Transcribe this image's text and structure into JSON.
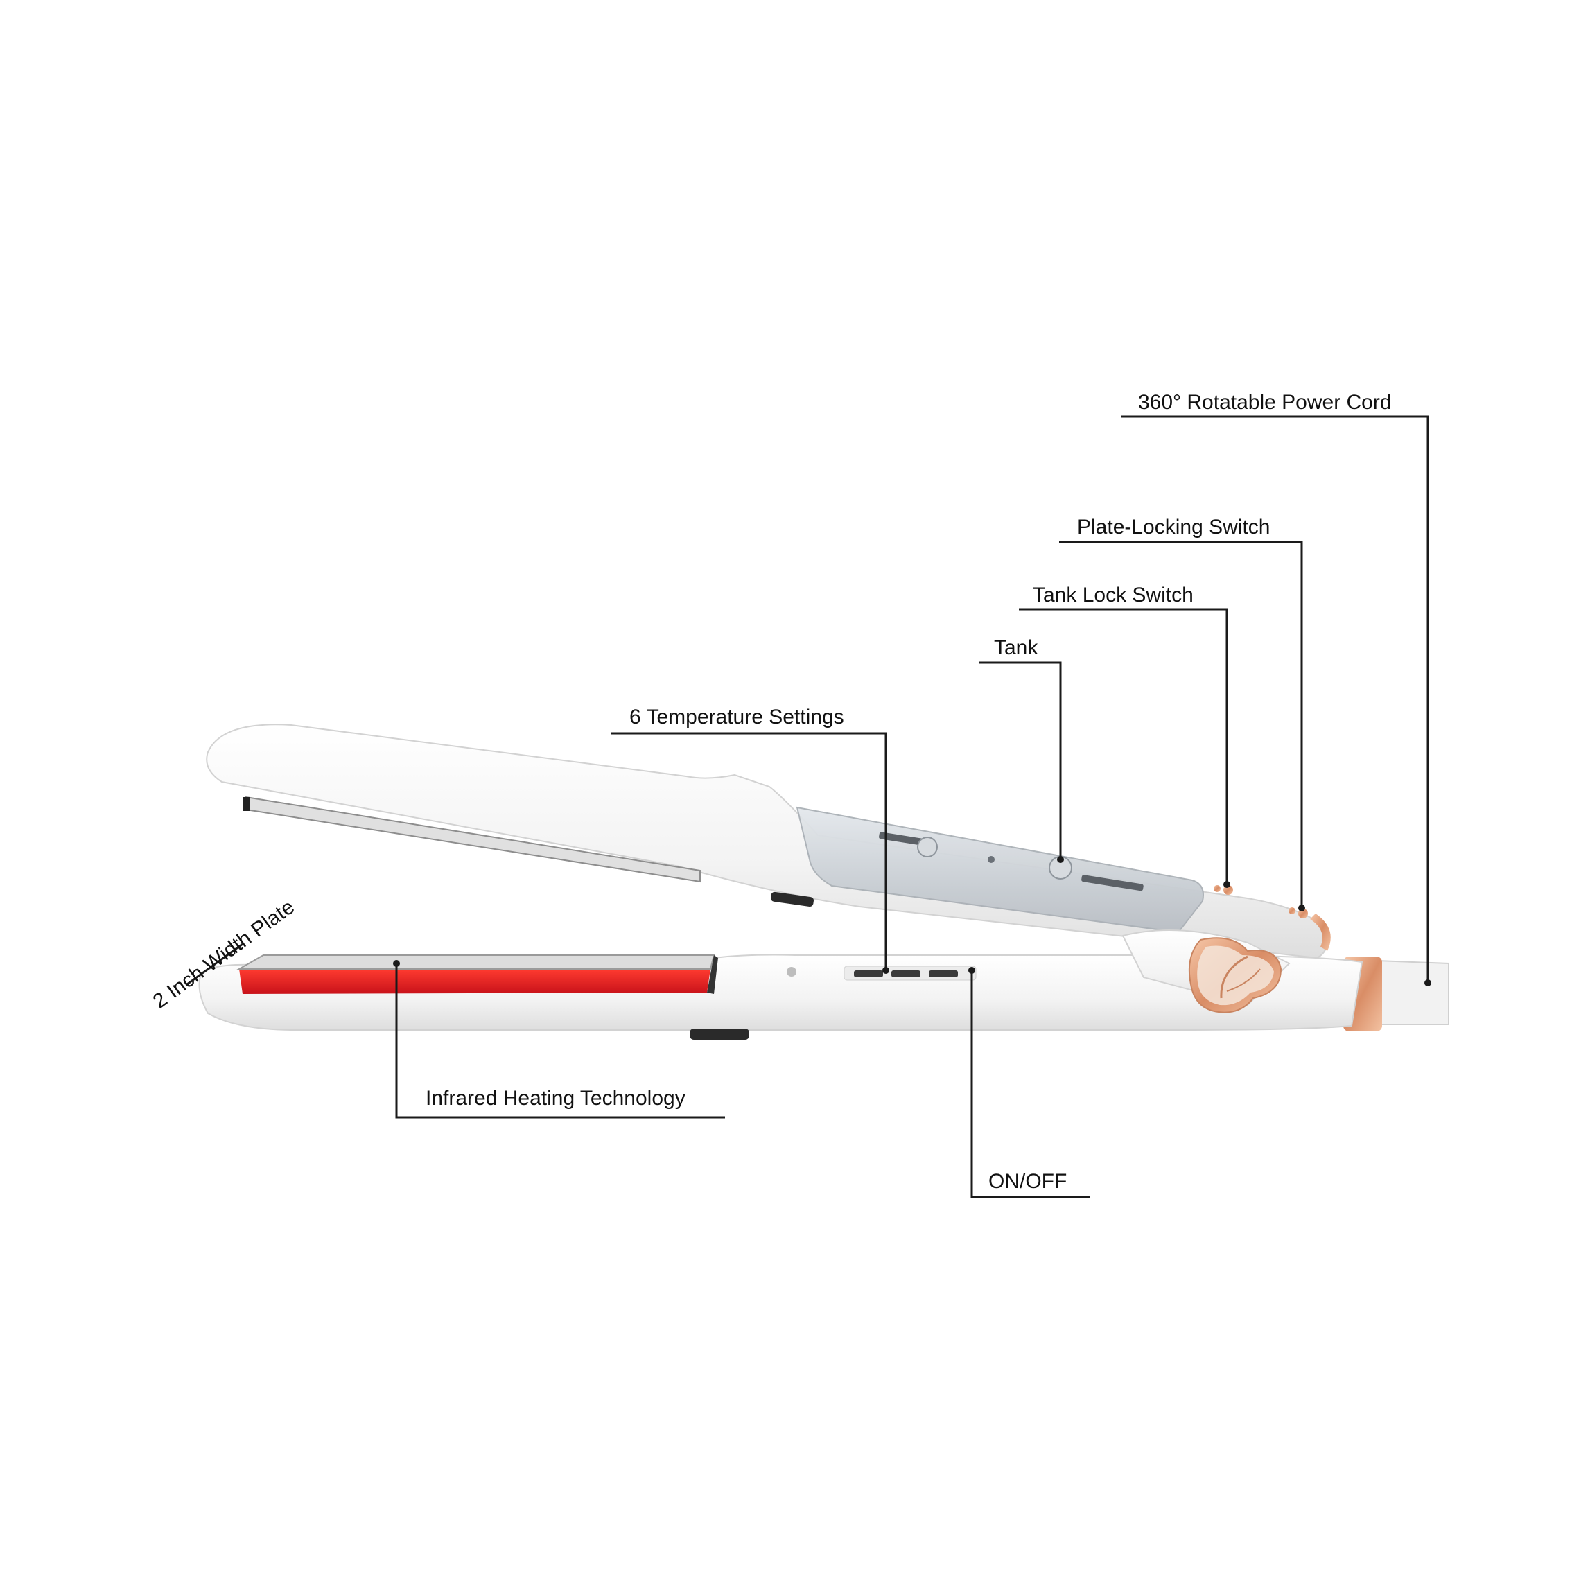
{
  "callouts": {
    "power_cord": "360° Rotatable Power Cord",
    "plate_lock": "Plate-Locking Switch",
    "tank_lock": "Tank Lock Switch",
    "tank": "Tank",
    "temp_settings": "6 Temperature Settings",
    "plate_width": "2 Inch Width Plate",
    "infrared": "Infrared Heating Technology",
    "on_off": "ON/OFF"
  },
  "colors": {
    "body": "#f6f6f6",
    "body_shadow": "#d9d9d9",
    "heating_plate": "#e31e24",
    "rose_gold": "#e2a17f",
    "leader_line": "#1a1a1a",
    "tank_window": "#c9ced3"
  },
  "icons": {
    "hinge_button": "leaf-logo-icon"
  }
}
